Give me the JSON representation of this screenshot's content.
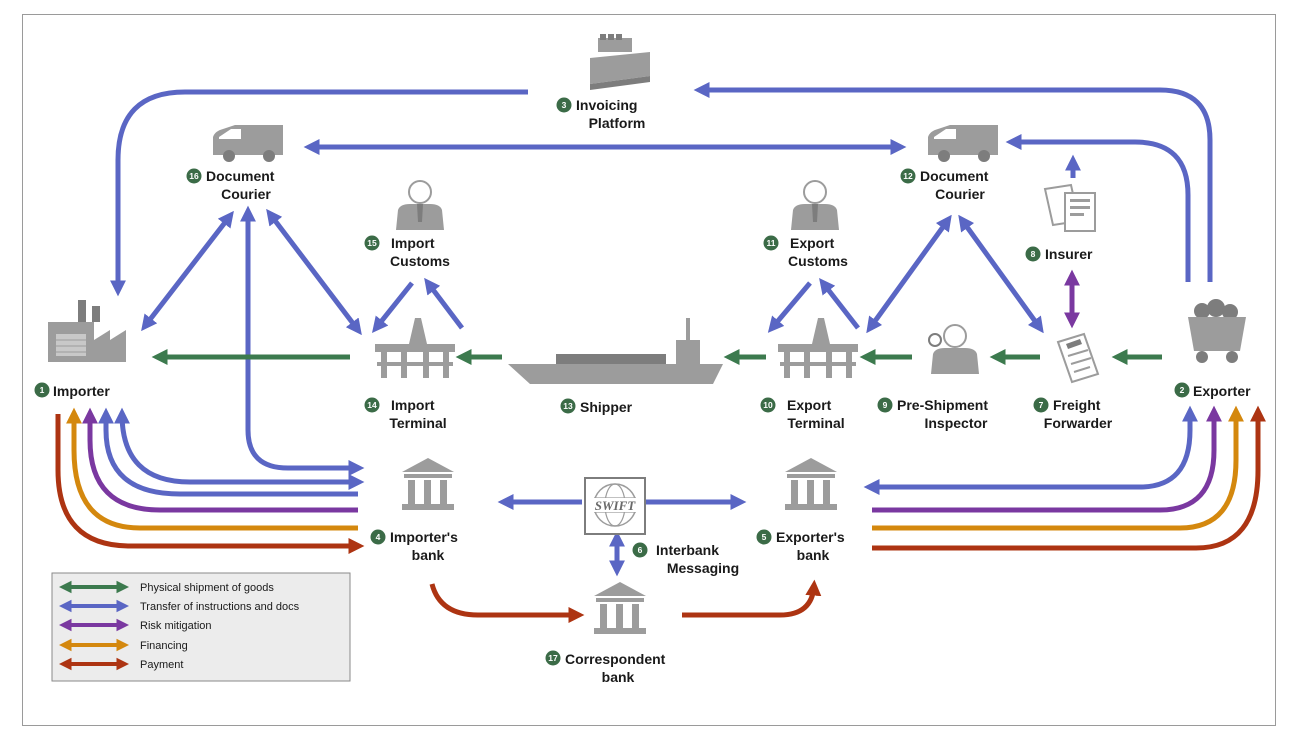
{
  "colors": {
    "physical": "#3c7a4e",
    "docs": "#5a66c4",
    "risk": "#7a38a0",
    "financing": "#d4880e",
    "payment": "#ad3412",
    "badge": "#3b6b47",
    "icon": "#9c9c9c"
  },
  "nodes": {
    "importer": {
      "num": "1",
      "line1": "Importer",
      "line2": ""
    },
    "exporter": {
      "num": "2",
      "line1": "Exporter",
      "line2": ""
    },
    "invoicing": {
      "num": "3",
      "line1": "Invoicing",
      "line2": "Platform"
    },
    "importers_bank": {
      "num": "4",
      "line1": "Importer's",
      "line2": "bank"
    },
    "exporters_bank": {
      "num": "5",
      "line1": "Exporter's",
      "line2": "bank"
    },
    "interbank": {
      "num": "6",
      "line1": "Interbank",
      "line2": "Messaging"
    },
    "freight": {
      "num": "7",
      "line1": "Freight",
      "line2": "Forwarder"
    },
    "insurer": {
      "num": "8",
      "line1": "Insurer",
      "line2": ""
    },
    "inspector": {
      "num": "9",
      "line1": "Pre-Shipment",
      "line2": "Inspector"
    },
    "export_terminal": {
      "num": "10",
      "line1": "Export",
      "line2": "Terminal"
    },
    "export_customs": {
      "num": "11",
      "line1": "Export",
      "line2": "Customs"
    },
    "courier_export": {
      "num": "12",
      "line1": "Document",
      "line2": "Courier"
    },
    "shipper": {
      "num": "13",
      "line1": "Shipper",
      "line2": ""
    },
    "import_terminal": {
      "num": "14",
      "line1": "Import",
      "line2": "Terminal"
    },
    "import_customs": {
      "num": "15",
      "line1": "Import",
      "line2": "Customs"
    },
    "courier_import": {
      "num": "16",
      "line1": "Document",
      "line2": "Courier"
    },
    "correspondent": {
      "num": "17",
      "line1": "Correspondent",
      "line2": "bank"
    }
  },
  "swift_label": "SWIFT",
  "legend": [
    {
      "label": "Physical shipment of goods",
      "color_key": "physical"
    },
    {
      "label": "Transfer of instructions and docs",
      "color_key": "docs"
    },
    {
      "label": "Risk mitigation",
      "color_key": "risk"
    },
    {
      "label": "Financing",
      "color_key": "financing"
    },
    {
      "label": "Payment",
      "color_key": "payment"
    }
  ]
}
